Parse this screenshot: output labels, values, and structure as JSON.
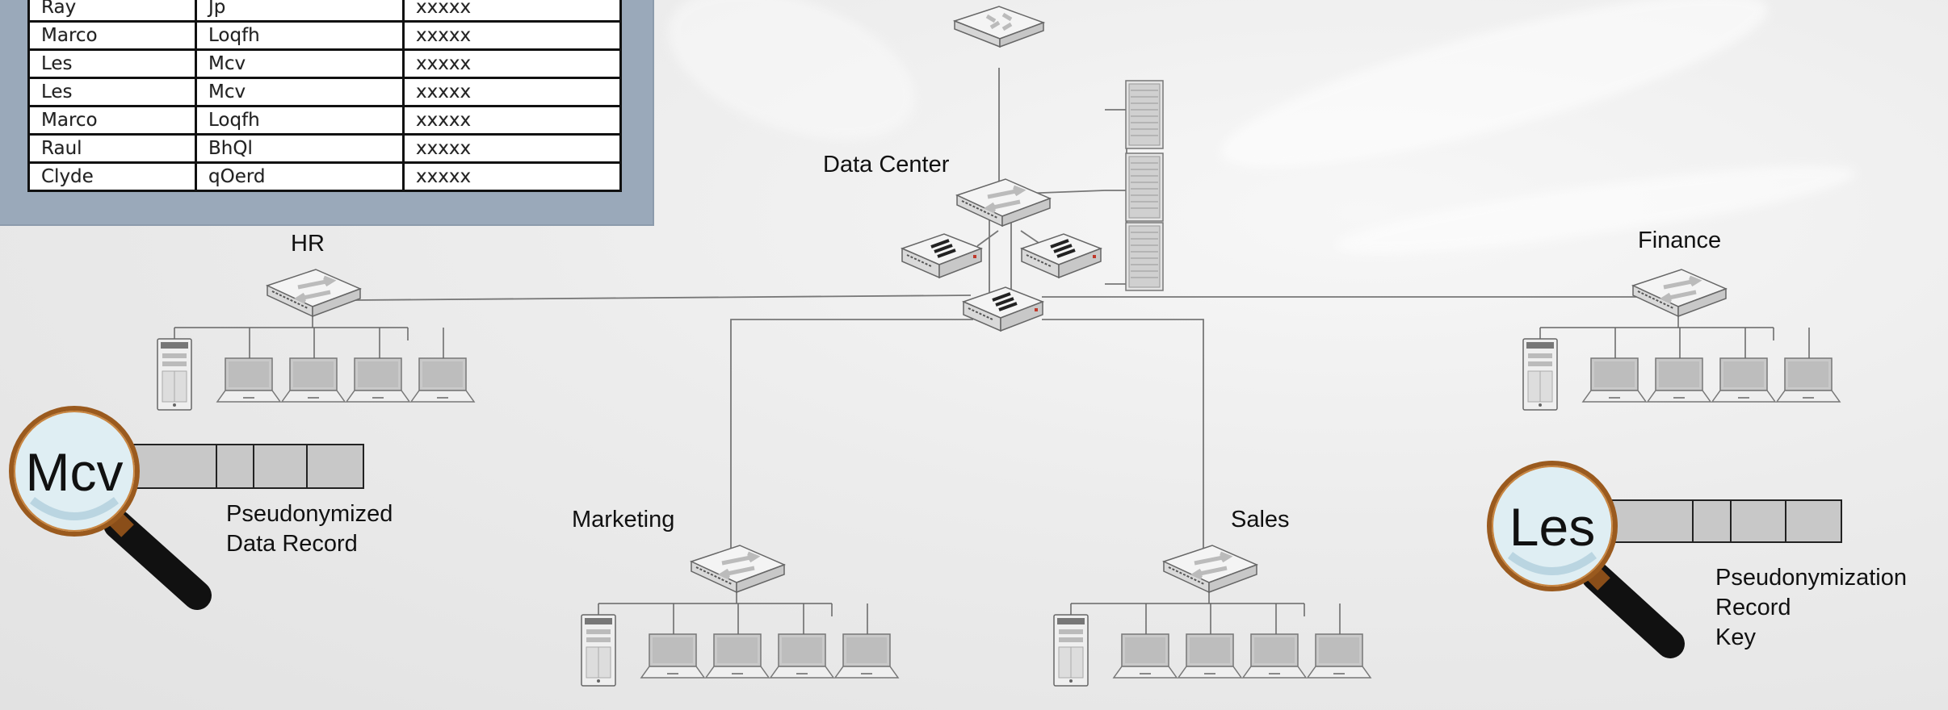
{
  "table": {
    "rows": [
      [
        "Ray",
        "Jp",
        "xxxxx"
      ],
      [
        "Marco",
        "Loqfh",
        "xxxxx"
      ],
      [
        "Les",
        "Mcv",
        "xxxxx"
      ],
      [
        "Les",
        "Mcv",
        "xxxxx"
      ],
      [
        "Marco",
        "Loqfh",
        "xxxxx"
      ],
      [
        "Raul",
        "BhQl",
        "xxxxx"
      ],
      [
        "Clyde",
        "qOerd",
        "xxxxx"
      ]
    ]
  },
  "labels": {
    "data_center": "Data Center",
    "hr": "HR",
    "finance": "Finance",
    "marketing": "Marketing",
    "sales": "Sales"
  },
  "left_magnifier": {
    "lens_text": "Mcv",
    "caption_line1": "Pseudonymized",
    "caption_line2": "Data Record"
  },
  "right_magnifier": {
    "lens_text": "Les",
    "caption_line1": "Pseudonymization",
    "caption_line2": "Record",
    "caption_line3": "Key"
  },
  "colors": {
    "panel": "#9aa9ba",
    "lens_ring": "#9a5a1e",
    "handle": "#111111",
    "record_cell": "#c8c8c8"
  }
}
